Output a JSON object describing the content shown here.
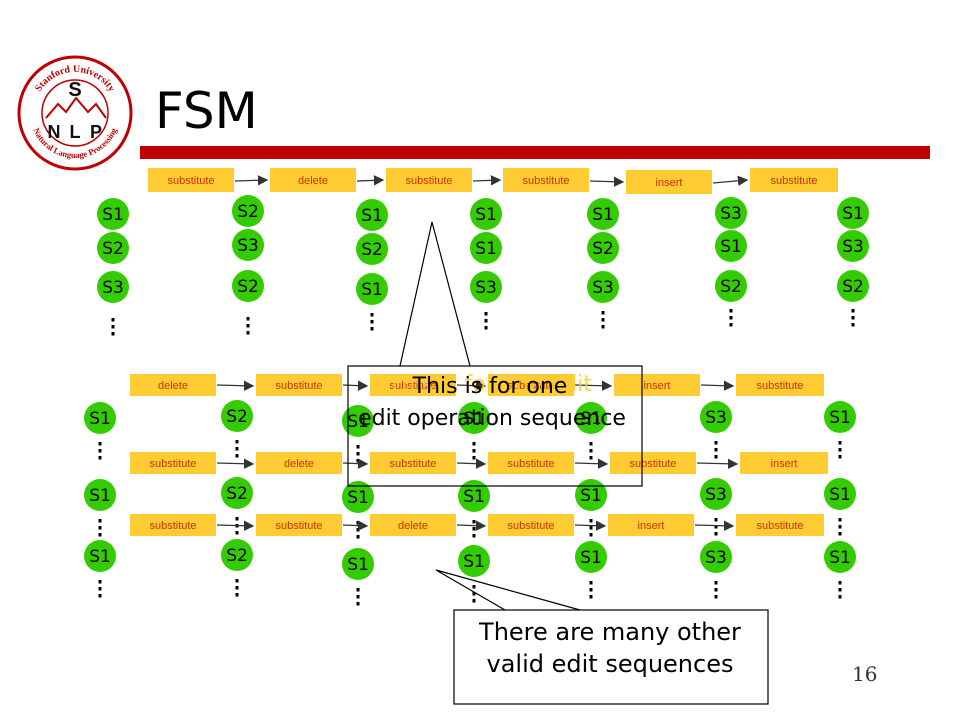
{
  "title": "FSM",
  "page_number": "16",
  "logo": {
    "top_text": "Stanford University",
    "bottom_text": "Natural Language Processing",
    "letters": [
      "S",
      "N",
      "L",
      "P"
    ]
  },
  "colors": {
    "op_box": "#ffcc33",
    "op_text": "#cc3300",
    "state": "#33cc00",
    "accent": "#c00000"
  },
  "top_sequence": {
    "ops": [
      "substitute",
      "delete",
      "substitute",
      "substitute",
      "insert",
      "substitute"
    ],
    "columns": [
      [
        "S1",
        "S2",
        "S3"
      ],
      [
        "S2",
        "S3",
        "S2"
      ],
      [
        "S1",
        "S2",
        "S1"
      ],
      [
        "S1",
        "S1",
        "S3"
      ],
      [
        "S1",
        "S2",
        "S3"
      ],
      [
        "S3",
        "S1",
        "S2"
      ],
      [
        "S1",
        "S3",
        "S2"
      ]
    ]
  },
  "bottom_sequences": {
    "rows": [
      {
        "ops": [
          "delete",
          "substitute",
          "substitute",
          "substitute",
          "insert",
          "substitute"
        ],
        "states": [
          "S1",
          "S2",
          "S1",
          "S1",
          "S1",
          "S3",
          "S1"
        ]
      },
      {
        "ops": [
          "substitute",
          "delete",
          "substitute",
          "substitute",
          "substitute",
          "insert"
        ],
        "states": [
          "S1",
          "S2",
          "S1",
          "S1",
          "S1",
          "S3",
          "S1"
        ]
      },
      {
        "ops": [
          "substitute",
          "substitute",
          "delete",
          "substitute",
          "insert",
          "substitute"
        ],
        "states": [
          "S1",
          "S2",
          "S1",
          "S1",
          "S1",
          "S3",
          "S1"
        ]
      }
    ]
  },
  "overlay_title": "This is for one edit",
  "callout_one": "This is for one edit operation sequence",
  "callout_two": [
    "There are many other",
    "valid edit sequences"
  ],
  "ellipsis": "⋮"
}
